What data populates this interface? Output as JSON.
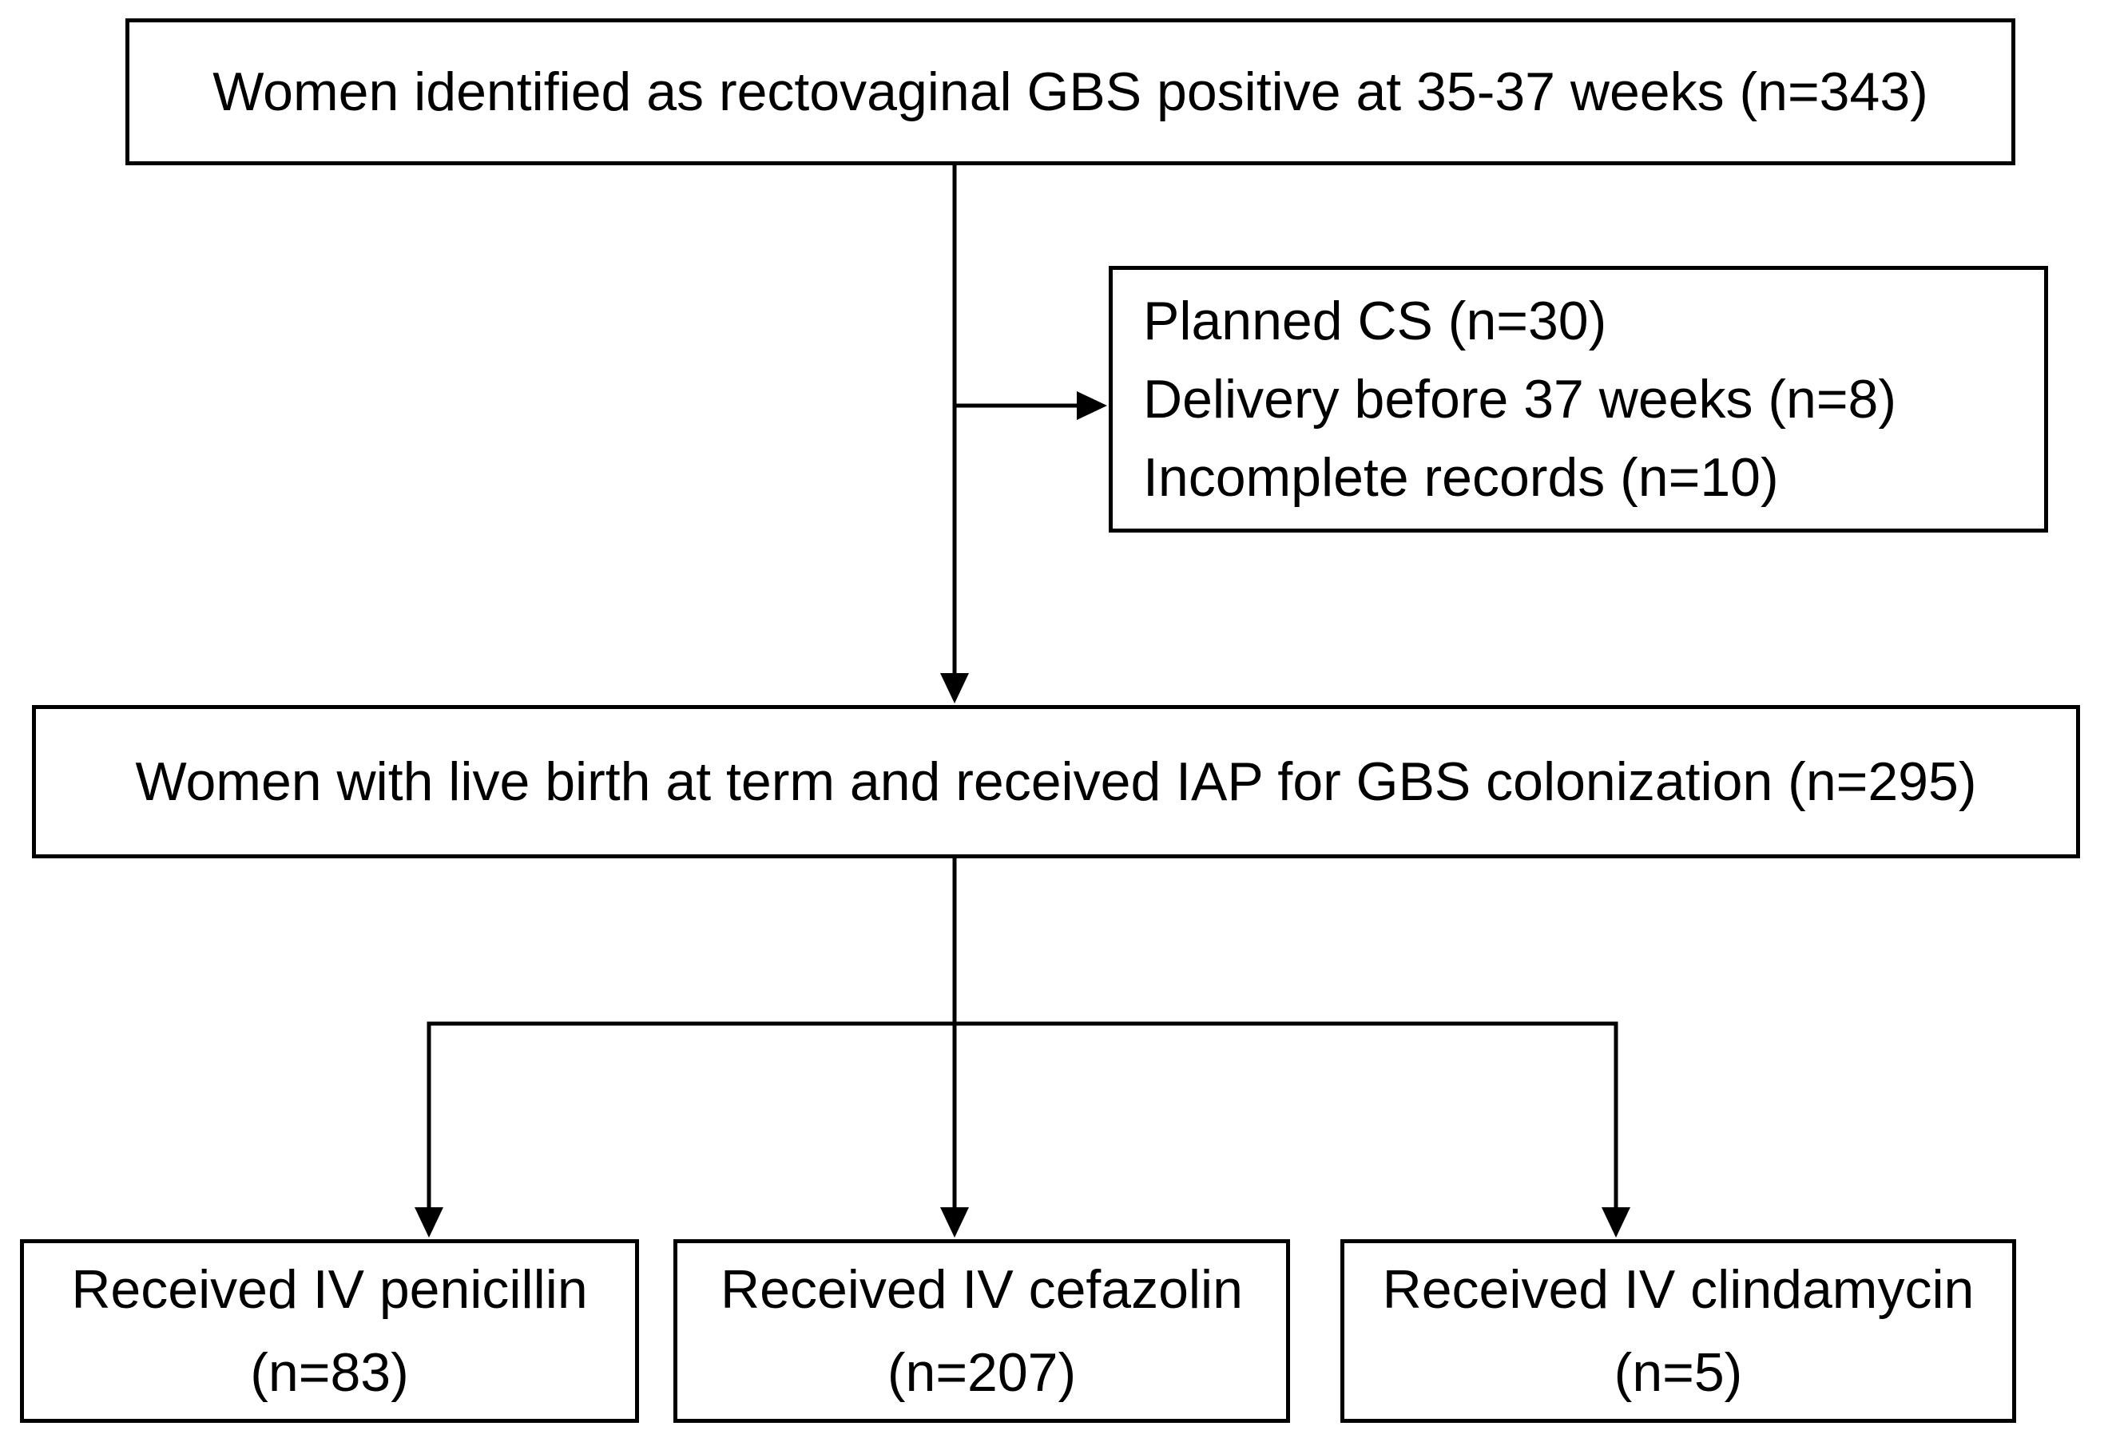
{
  "diagram": {
    "title": "GBS IAP patient flow diagram",
    "colors": {
      "box_border": "#000000",
      "box_fill": "#ffffff",
      "text": "#000000",
      "connector": "#000000"
    },
    "top_box": {
      "text": "Women identified as rectovaginal GBS positive at 35-37 weeks (n=343)"
    },
    "exclusion_box": {
      "lines": [
        "Planned CS (n=30)",
        "Delivery before 37 weeks (n=8)",
        "Incomplete records (n=10)"
      ]
    },
    "middle_box": {
      "text": "Women with live birth at term and received IAP for GBS colonization (n=295)"
    },
    "bottom_boxes": [
      {
        "line1": "Received IV penicillin",
        "line2": "(n=83)"
      },
      {
        "line1": "Received IV cefazolin",
        "line2": "(n=207)"
      },
      {
        "line1": "Received IV clindamycin",
        "line2": "(n=5)"
      }
    ]
  }
}
